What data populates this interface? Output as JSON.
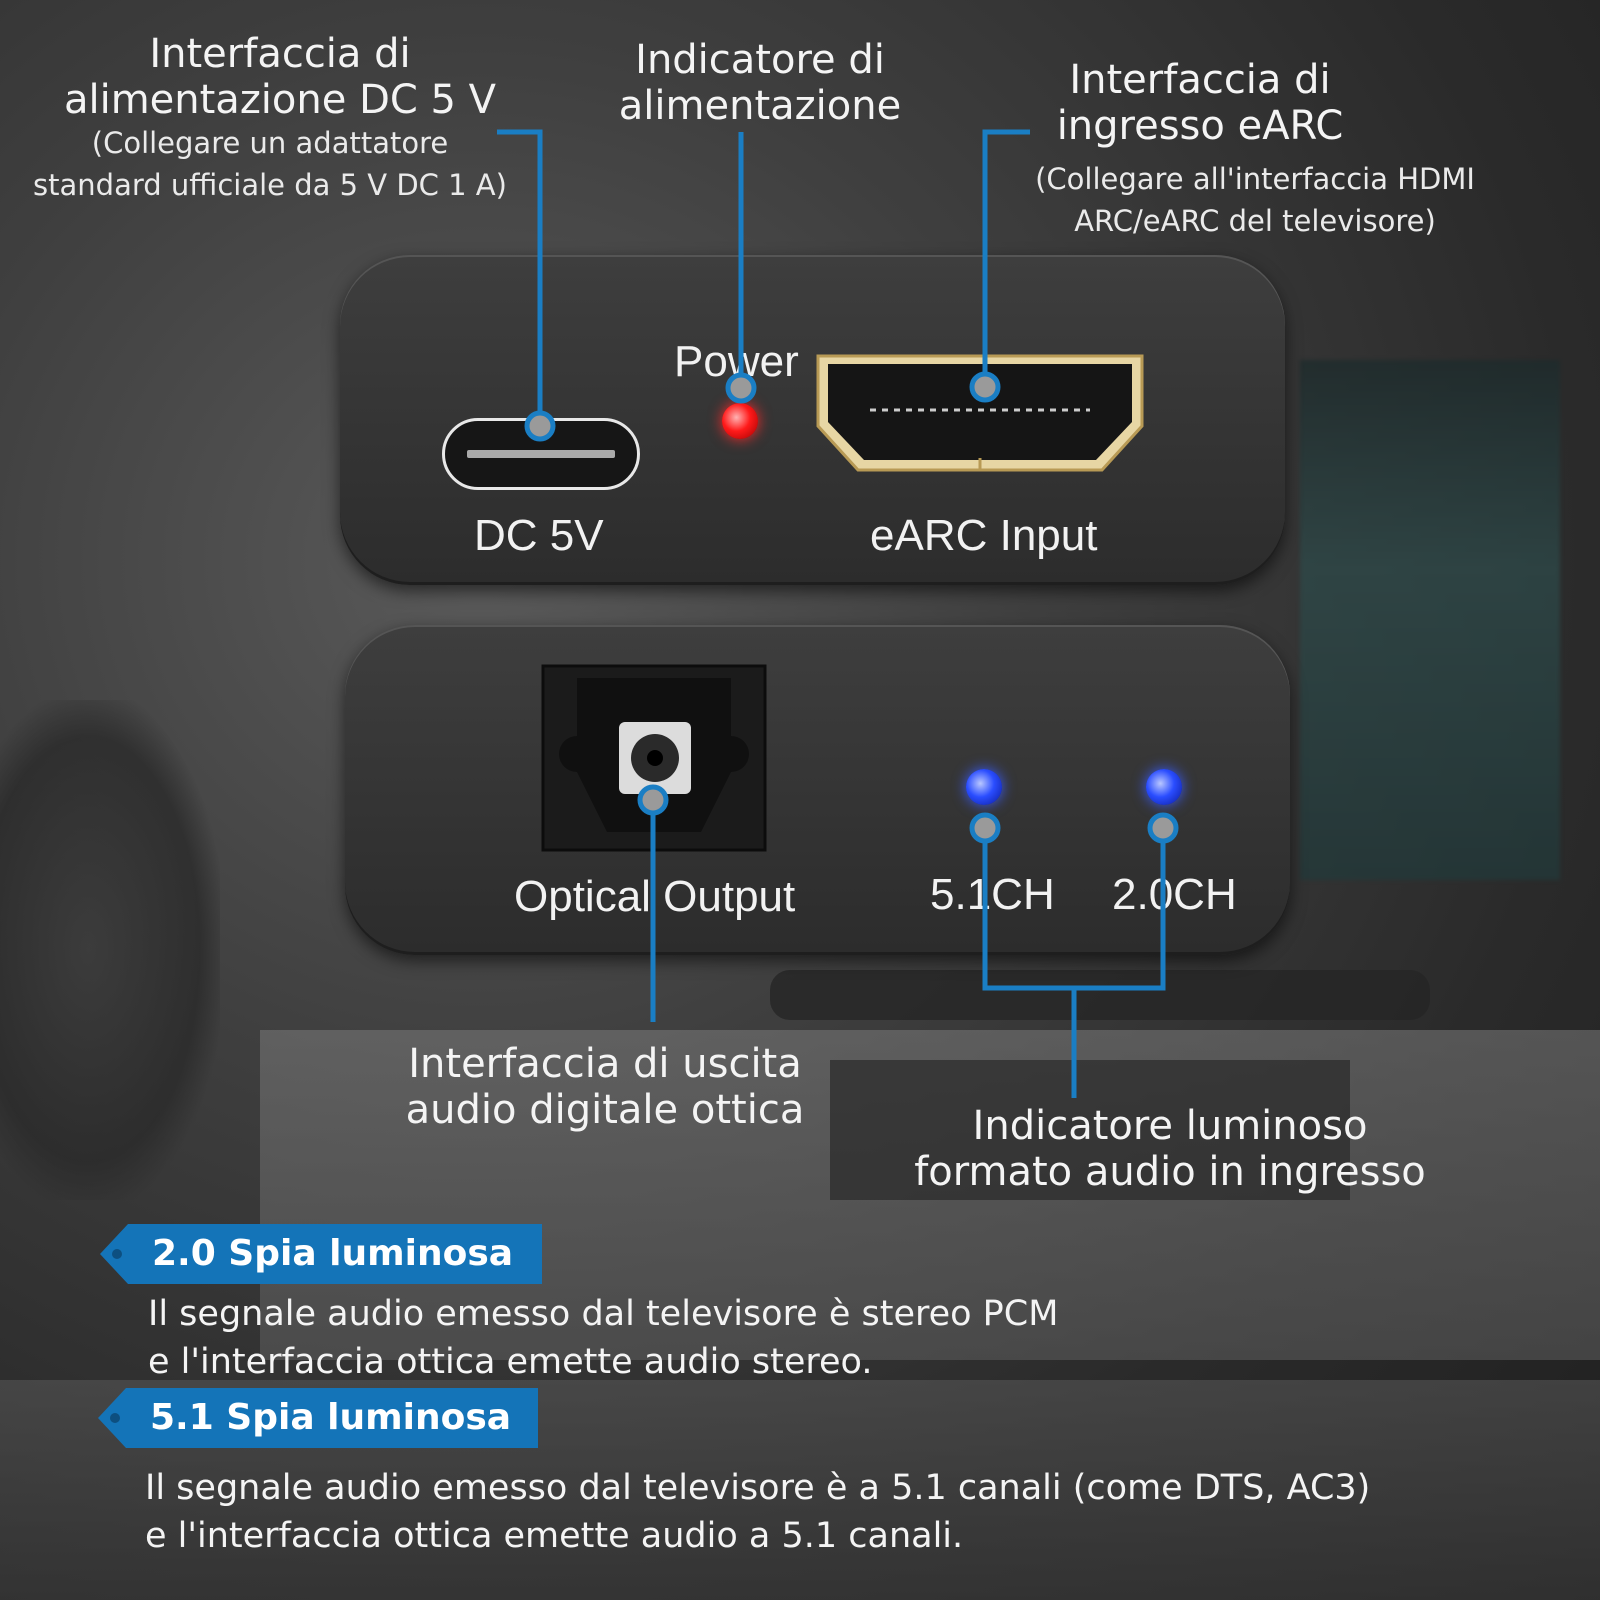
{
  "colors": {
    "accent": "#1474b8",
    "leader": "#1a7ec4",
    "led_power": "#ff1a1a",
    "led_channel": "#2a4dff"
  },
  "callouts": {
    "dc_power": {
      "title_l1": "Interfaccia di",
      "title_l2": "alimentazione DC 5 V",
      "sub_l1": "(Collegare un adattatore",
      "sub_l2": "standard ufficiale da 5 V DC 1 A)"
    },
    "power_indicator": {
      "title_l1": "Indicatore di",
      "title_l2": "alimentazione"
    },
    "earc_input": {
      "title_l1": "Interfaccia di",
      "title_l2": "ingresso eARC",
      "sub_l1": "(Collegare all'interfaccia HDMI",
      "sub_l2": "ARC/eARC del televisore)"
    },
    "optical_output": {
      "title_l1": "Interfaccia di uscita",
      "title_l2": "audio digitale ottica"
    },
    "audio_format": {
      "title_l1": "Indicatore luminoso",
      "title_l2": "formato audio in ingresso"
    }
  },
  "device_labels": {
    "power": "Power",
    "dc": "DC 5V",
    "earc": "eARC Input",
    "optical": "Optical Output",
    "ch51": "5.1CH",
    "ch20": "2.0CH"
  },
  "legend": [
    {
      "badge": "2.0 Spia luminosa",
      "line1": "Il segnale audio emesso dal televisore è stereo PCM",
      "line2": "e l'interfaccia ottica emette audio stereo."
    },
    {
      "badge": "5.1 Spia luminosa",
      "line1": "Il segnale audio emesso dal televisore è a 5.1 canali (come DTS, AC3)",
      "line2": "e l'interfaccia ottica emette audio a 5.1 canali."
    }
  ]
}
